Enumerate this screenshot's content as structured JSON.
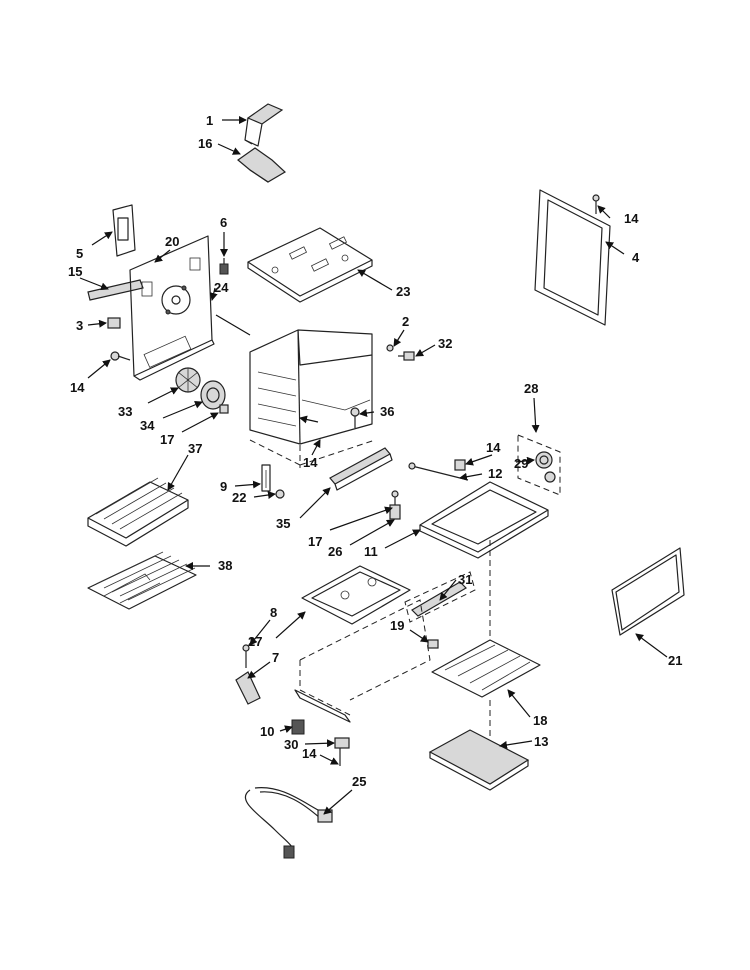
{
  "diagram": {
    "callouts": [
      "1",
      "16",
      "5",
      "20",
      "6",
      "15",
      "3",
      "14",
      "24",
      "23",
      "2",
      "32",
      "33",
      "34",
      "17",
      "36",
      "37",
      "9",
      "22",
      "35",
      "4",
      "28",
      "29",
      "12",
      "11",
      "26",
      "38",
      "8",
      "27",
      "7",
      "31",
      "19",
      "10",
      "30",
      "25",
      "18",
      "13",
      "21"
    ]
  }
}
